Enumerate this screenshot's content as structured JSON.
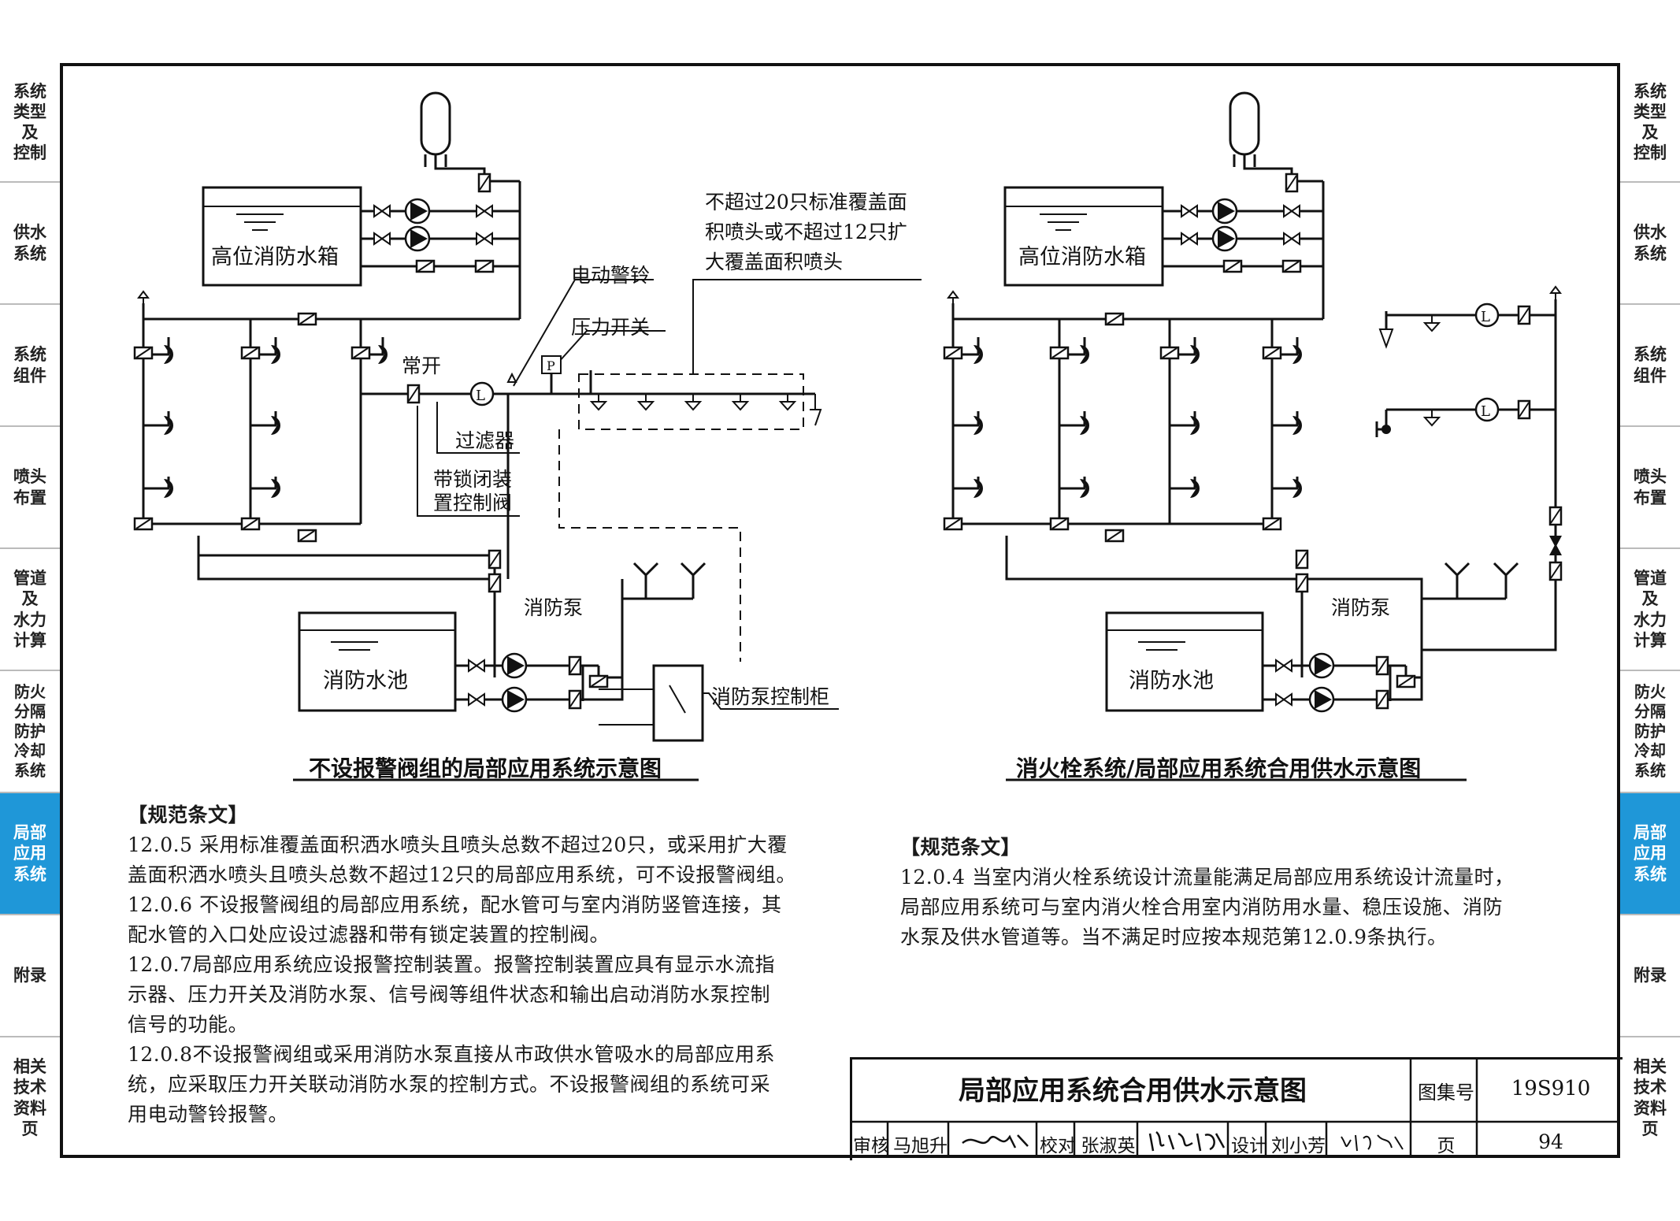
{
  "sidebar": {
    "tabs": [
      {
        "label": "系统\n类型\n及\n控制"
      },
      {
        "label": "供水\n系统"
      },
      {
        "label": "系统\n组件"
      },
      {
        "label": "喷头\n布置"
      },
      {
        "label": "管道\n及\n水力\n计算"
      },
      {
        "label": "防火\n分隔\n防护\n冷却\n系统"
      },
      {
        "label": "局部\n应用\n系统"
      },
      {
        "label": "附录"
      },
      {
        "label": "相关\n技术\n资料\n页"
      }
    ],
    "active_index": 6,
    "active_color": "#1f97d8"
  },
  "diagram_left": {
    "tank": "高位消防水箱",
    "alarm_bell": "电动警铃",
    "pressure_switch": "压力开关",
    "normally_open": "常开",
    "filter": "过滤器",
    "lock_valve_line1": "带锁闭装",
    "lock_valve_line2": "置控制阀",
    "sprinkler_note_line1": "不超过20只标准覆盖面",
    "sprinkler_note_line2": "积喷头或不超过12只扩",
    "sprinkler_note_line3": "大覆盖面积喷头",
    "pump": "消防泵",
    "pool": "消防水池",
    "control_cabinet": "消防泵控制柜",
    "caption": "不设报警阀组的局部应用系统示意图"
  },
  "diagram_right": {
    "tank": "高位消防水箱",
    "pump": "消防泵",
    "pool": "消防水池",
    "caption": "消火栓系统/局部应用系统合用供水示意图"
  },
  "text_left": {
    "heading": "【规范条文】",
    "lines": [
      "12.0.5 采用标准覆盖面积洒水喷头且喷头总数不超过20只，或采用扩大覆",
      "盖面积洒水喷头且喷头总数不超过12只的局部应用系统，可不设报警阀组。",
      "12.0.6 不设报警阀组的局部应用系统，配水管可与室内消防竖管连接，其",
      "配水管的入口处应设过滤器和带有锁定装置的控制阀。",
      "12.0.7局部应用系统应设报警控制装置。报警控制装置应具有显示水流指",
      "示器、压力开关及消防水泵、信号阀等组件状态和输出启动消防水泵控制",
      "信号的功能。",
      "12.0.8不设报警阀组或采用消防水泵直接从市政供水管吸水的局部应用系",
      "统，应采取压力开关联动消防水泵的控制方式。不设报警阀组的系统可采",
      "用电动警铃报警。"
    ]
  },
  "text_right": {
    "heading": "【规范条文】",
    "lines": [
      "12.0.4 当室内消火栓系统设计流量能满足局部应用系统设计流量时，",
      "局部应用系统可与室内消火栓合用室内消防用水量、稳压设施、消防",
      "水泵及供水管道等。当不满足时应按本规范第12.0.9条执行。"
    ]
  },
  "title_block": {
    "title": "局部应用系统合用供水示意图",
    "atlas_label": "图集号",
    "atlas_no": "19S910",
    "review_label": "审核",
    "reviewer": "马旭升",
    "check_label": "校对",
    "checker": "张淑英",
    "design_label": "设计",
    "designer": "刘小芳",
    "page_label": "页",
    "page_no": "94"
  }
}
